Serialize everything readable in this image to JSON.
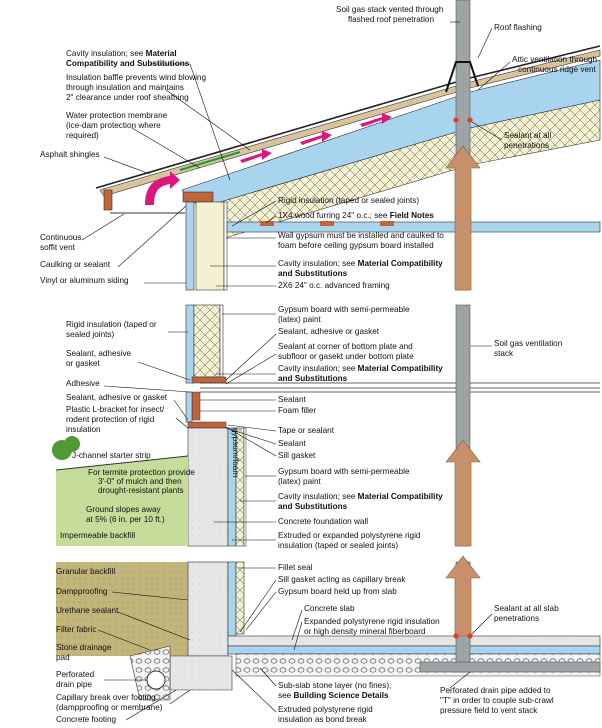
{
  "labels": {
    "cavity_ins_top_1": "Cavity insulation; see",
    "cavity_ins_top_2": "Material",
    "cavity_ins_top_3": "Compatibility and Substitutions",
    "baffle_1": "Insulation baffle prevents wind blowing",
    "baffle_2": "through insulation and maintains",
    "baffle_3": "2\" clearance under roof sheathing",
    "wpm_1": "Water protection membrane",
    "wpm_2": "(ice-dam protection where",
    "wpm_3": "required)",
    "asphalt": "Asphalt shingles",
    "soffit_1": "Continuous",
    "soffit_2": "soffit vent",
    "caulking": "Caulking or sealant",
    "siding": "Vinyl or aluminum siding",
    "soil_gas_1": "Soil gas stack vented through",
    "soil_gas_2": "flashed roof penetration",
    "roof_flashing": "Roof flashing",
    "attic_vent_1": "Attic ventilation through",
    "attic_vent_2": "continuous ridge vent",
    "sealant_pen_1": "Sealant at all",
    "sealant_pen_2": "penetrations",
    "rigid_top": "Rigid insulation (taped or sealed joints)",
    "furring_1": "1X4 wood furring 24\" o.c.; see",
    "furring_2": "Field Notes",
    "wall_gyp_1": "Wall gypsum must be installed and caulked to",
    "wall_gyp_2": "foam before ceiling gypsum board installed",
    "cavity_mid1_1": "Cavity insulation; see",
    "cavity_mid1_2": "Material Compatibility",
    "cavity_mid1_3": "and Substitutions",
    "framing": "2X6 24\" o.c. advanced framing",
    "rigid_mid_1": "Rigid insulation (taped or",
    "rigid_mid_2": "sealed joints)",
    "sealant_adh_1": "Sealant, adhesive",
    "sealant_adh_2": "or gasket",
    "adhesive": "Adhesive",
    "sealant_adh_3": "Sealant, adhesive or gasket",
    "lbracket_1": "Plastic L-bracket for insect/",
    "lbracket_2": "rodent protection of rigid",
    "lbracket_3": "insulation",
    "jchannel": "J-channel starter strip",
    "termite_1": "For termite protection provide",
    "termite_2": "3'-0\" of mulch and then",
    "termite_3": "drought-resistant plants",
    "ground_1": "Ground slopes away",
    "ground_2": "at 5% (6 in. per 10 ft.)",
    "backfill": "Impermeable backfill",
    "gyp_semi_1": "Gypsum board with semi-permeable",
    "gyp_semi_2": "(latex) paint",
    "sealant_corner_1": "Sealant, adhesive or gasket",
    "sealant_bottom_1": "Sealant at corner of bottom plate and",
    "sealant_bottom_2": "subfloor or gasekt under bottom plate",
    "cavity_mid2_1": "Cavity insulation; see",
    "cavity_mid2_2": "Material Compatibility",
    "cavity_mid2_3": "and Substitutions",
    "sealant_a": "Sealant",
    "foam_filler": "Foam filler",
    "tape": "Tape or sealant",
    "sealant_b": "Sealant",
    "sill_gasket": "Sill gasket",
    "gyp_semi_3": "Gypsum board with semi-permeable",
    "gyp_semi_4": "(latex) paint",
    "cavity_mid3_1": "Cavity insulation; see",
    "cavity_mid3_2": "Material Compatibility",
    "cavity_mid3_3": "and Substitutions",
    "conc_wall": "Concrete foundation wall",
    "xps_1": "Extruded or expanded polystyrene rigid",
    "xps_2": "insulation (taped or sealed joints)",
    "soil_vent_1": "Soil gas ventilation",
    "soil_vent_2": "stack",
    "granular": "Granular backfill",
    "damp": "Dampproofing",
    "urethane": "Urethane sealant",
    "filter": "Filter fabric",
    "stone_pad_1": "Stone drainage",
    "stone_pad_2": "pad",
    "perf_drain_1": "Perforated",
    "perf_drain_2": "drain pipe",
    "cap_break_1": "Capillary break over footing",
    "cap_break_2": "(dampproofing or membrane)",
    "footing": "Concrete footing",
    "fillet": "Fillet seal",
    "sill_cap": "Sill gasket acting as capillary break",
    "gyp_held": "Gypsum board held up from slab",
    "slab": "Concrete slab",
    "eps_1": "Expanded polystyrene rigid insulation",
    "eps_2": "or high density mineral fiberboard",
    "subslab_1": "Sub-slab stone layer (no fines);",
    "subslab_2": "see",
    "subslab_3": "Building Science Details",
    "xps_bond_1": "Extruded polystyrene rigid",
    "xps_bond_2": "insulation as bond break",
    "sealant_slab_1": "Sealant at all slab",
    "sealant_slab_2": "penetrations",
    "perf_pipe_1": "Perforated drain pipe added to",
    "perf_pipe_2": "\"T\" in order to couple sub-crawl",
    "perf_pipe_3": "pressure field to vent stack",
    "wall_stamp": "gypsum/foam"
  },
  "colors": {
    "rigid_insulation": "#a9d4ee",
    "batt_insulation": "#f3f1cf",
    "concrete": "#e6e6e6",
    "soil": "#c2b57c",
    "wood": "#c0643a",
    "arrow_magenta": "#e0167f",
    "arrow_up": "#c8906a",
    "stack": "#9ea3a6",
    "water_membrane": "#1c9a3c",
    "plant": "#4f9a32",
    "sealant": "#e33b23"
  }
}
